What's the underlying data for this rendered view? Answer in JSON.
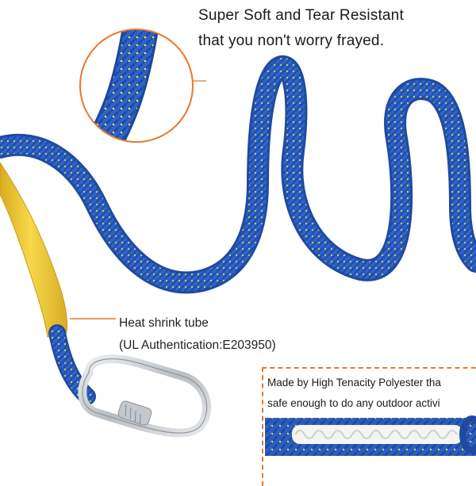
{
  "headline": {
    "line1": "Super Soft and Tear Resistant",
    "line2": "that you non't worry frayed."
  },
  "callout": {
    "line1": "Heat shrink tube",
    "line2": "(UL Authentication:E203950)"
  },
  "note": {
    "line1": "Made by High Tenacity Polyester tha",
    "line2": "safe enough to do any outdoor activi"
  },
  "colors": {
    "rope": "#2f63c9",
    "rope_dark": "#1f4aa0",
    "rope_fleck": "#e9e65a",
    "tube": "#f2cf3c",
    "accent": "#e8772e",
    "metal": "#c9cdd1"
  },
  "icons": {
    "magnifier": "zoom-circle-icon",
    "hook": "carabiner-icon"
  }
}
